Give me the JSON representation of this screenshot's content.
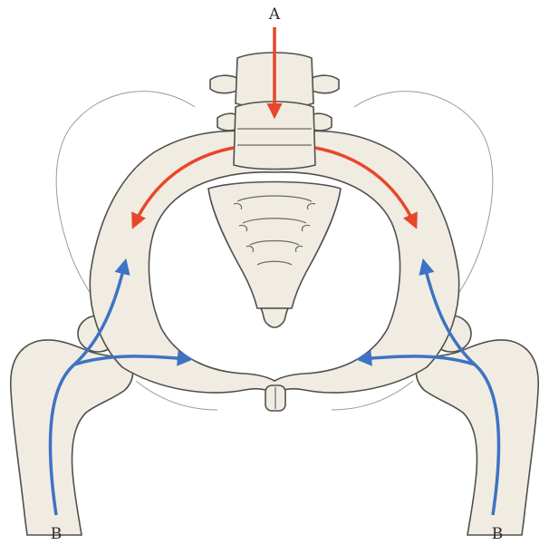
{
  "labels": {
    "top": "A",
    "bottom_left": "B",
    "bottom_right": "B"
  },
  "colors": {
    "force_a_arrow": "#e8462a",
    "force_b_arrow": "#3d73c4",
    "bone_fill": "#f1ece2",
    "bone_outline": "#505050"
  }
}
